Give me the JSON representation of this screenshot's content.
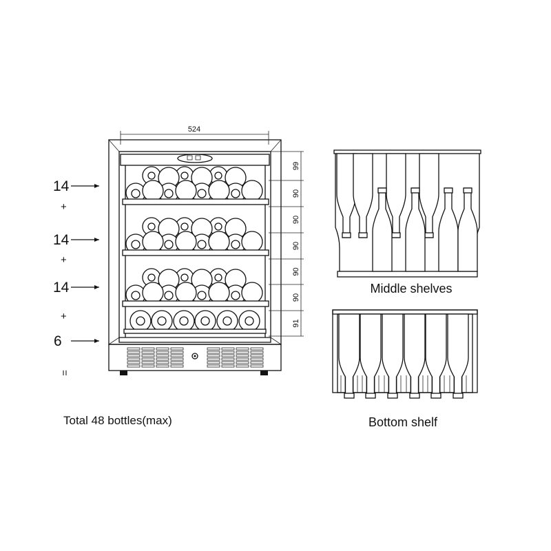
{
  "counts": {
    "shelf_1": "14",
    "plus_1": "+",
    "shelf_2": "14",
    "plus_2": "+",
    "shelf_3": "14",
    "plus_3": "+",
    "bottom": "6",
    "equals": "="
  },
  "total_label": "Total 48 bottles(max)",
  "dimensions": {
    "width": "524",
    "heights": [
      "99",
      "90",
      "90",
      "90",
      "90",
      "90",
      "91"
    ]
  },
  "captions": {
    "middle": "Middle shelves",
    "bottom": "Bottom shelf"
  }
}
